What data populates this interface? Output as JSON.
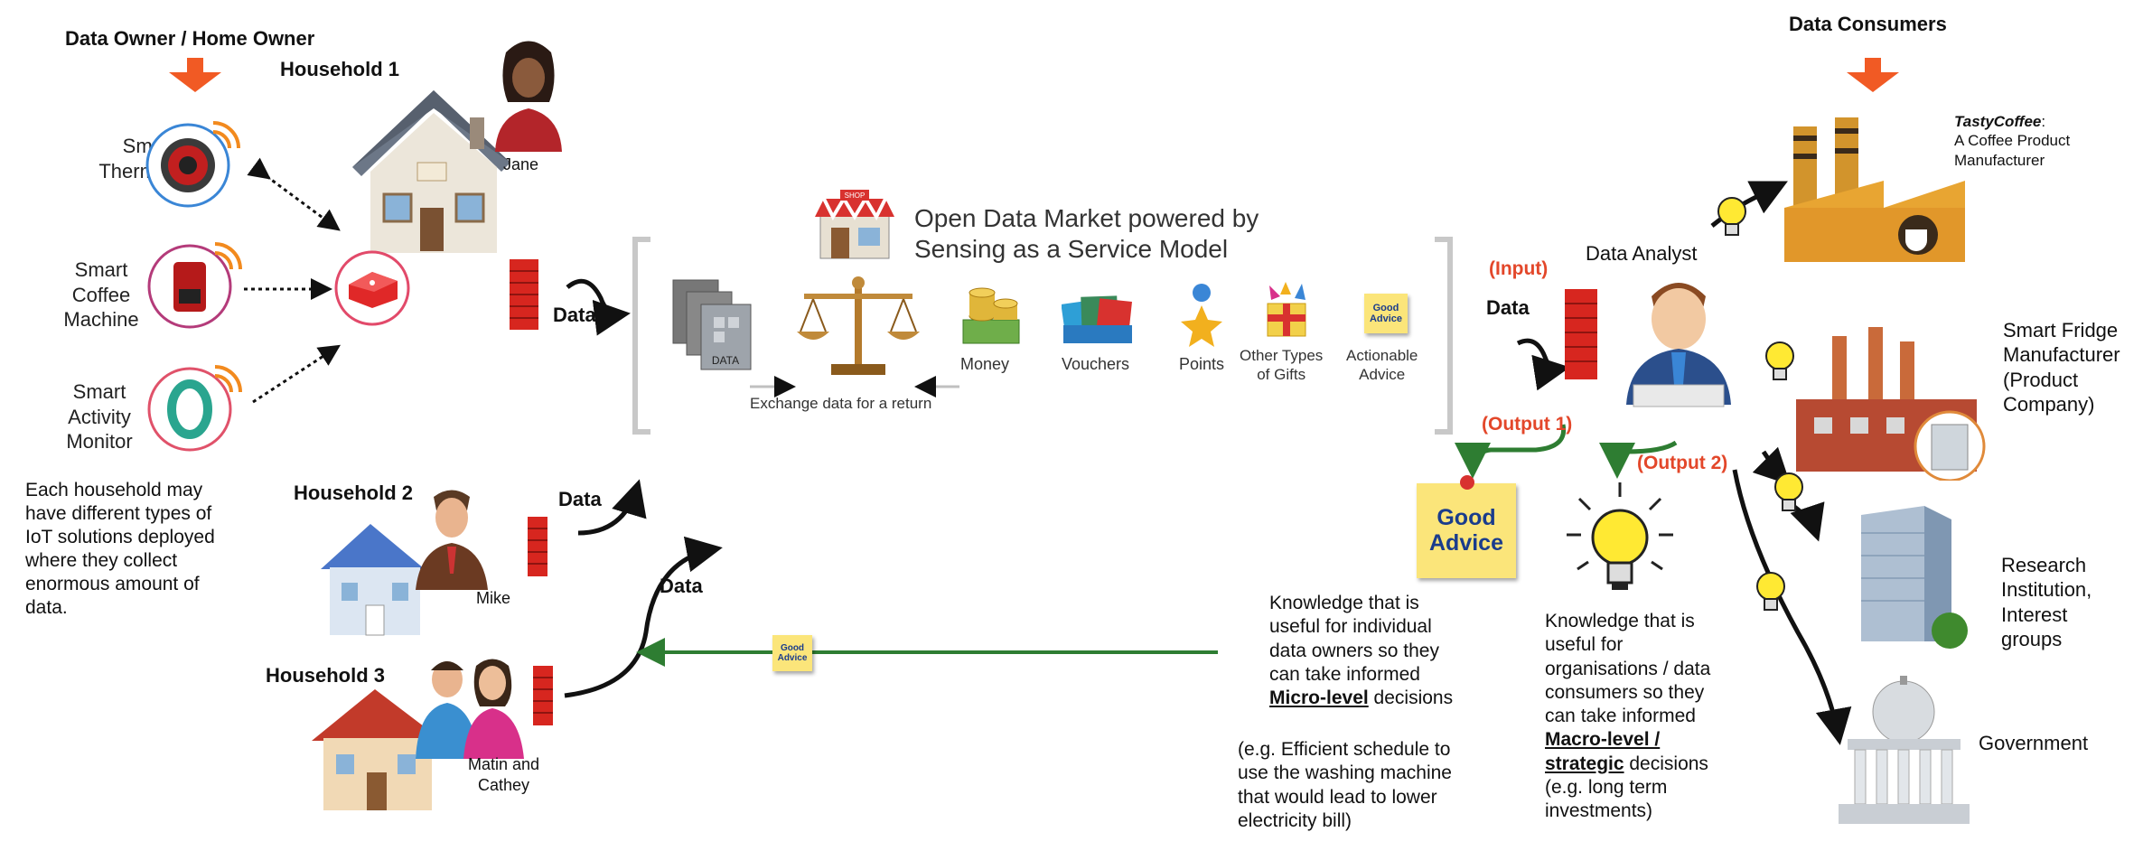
{
  "headers": {
    "data_owner": "Data Owner / Home Owner",
    "data_consumers": "Data Consumers"
  },
  "households": {
    "h1": "Household 1",
    "h1_person": "Jane",
    "h2": "Household 2",
    "h2_person": "Mike",
    "h3": "Household 3",
    "h3_person_line1": "Matin and",
    "h3_person_line2": "Cathey"
  },
  "devices": {
    "thermostat": [
      "Smart",
      "Thermostat"
    ],
    "coffee": [
      "Smart",
      "Coffee",
      "Machine"
    ],
    "activity": [
      "Smart",
      "Activity",
      "Monitor"
    ]
  },
  "household_note": [
    "Each household may",
    "have different types of",
    "IoT solutions deployed",
    "where they collect",
    "enormous amount of",
    "data."
  ],
  "flow_labels": {
    "data": "Data",
    "input": "(Input)",
    "output1": "(Output 1)",
    "output2": "(Output 2)"
  },
  "market": {
    "title_line1": "Open Data Market powered by",
    "title_line2": "Sensing as a Service Model",
    "shop_sign": "SHOP",
    "doc_label": "DATA",
    "exchange": "Exchange data for a return",
    "money": "Money",
    "vouchers": "Vouchers",
    "points": "Points",
    "gifts_line1": "Other Types",
    "gifts_line2": "of Gifts",
    "advice_line1": "Actionable",
    "advice_line2": "Advice",
    "advice_icon_line1": "Good",
    "advice_icon_line2": "Advice"
  },
  "analyst": "Data Analyst",
  "sticky_big": [
    "Good",
    "Advice"
  ],
  "sticky_small": [
    "Good",
    "Advice"
  ],
  "micro": {
    "line1": "Knowledge that is",
    "line2": "useful for individual",
    "line3": "data owners so they",
    "line4": "can take informed",
    "emph": "Micro-level",
    "rest": " decisions",
    "example": [
      "(e.g. Efficient schedule to",
      "use the washing machine",
      "that would lead to lower",
      "electricity bill)"
    ]
  },
  "macro": {
    "line1": "Knowledge that is",
    "line2": "useful for",
    "line3": "organisations  / data",
    "line4": "consumers so they",
    "line5": "can take informed",
    "emph1": "Macro-level /",
    "emph2": "strategic",
    "rest": " decisions",
    "example": [
      "(e.g. long term",
      "investments)"
    ]
  },
  "consumers": {
    "tasty_name": "TastyCoffee",
    "tasty_colon": ":",
    "tasty_desc": [
      "A Coffee Product",
      "Manufacturer"
    ],
    "fridge": [
      "Smart Fridge",
      "Manufacturer",
      "(Product",
      "Company)"
    ],
    "research": [
      "Research",
      "Institution,",
      "Interest",
      "groups"
    ],
    "government": "Government"
  },
  "colors": {
    "accent_orange": "#f15a24",
    "firewall_red": "#d7261f",
    "green_arrow": "#2e7d32",
    "sticky_yellow": "#fbe57a",
    "output_red": "#e3472a"
  }
}
